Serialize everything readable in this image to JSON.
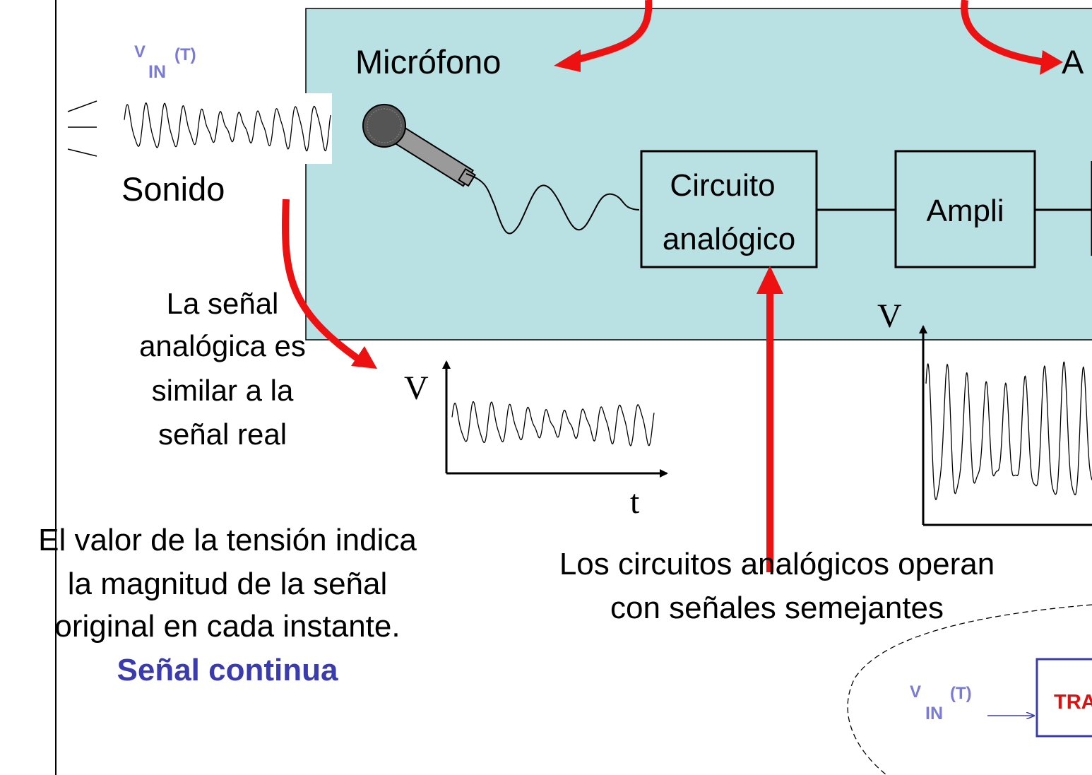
{
  "colors": {
    "panel_fill": "#b9e0e3",
    "arrow_red": "#ee1111",
    "accent_blue": "#3b3bb0",
    "label_blue": "#7a7ad8",
    "tra_red": "#e01010",
    "box_border": "#000000"
  },
  "vin_top": {
    "v": "V",
    "sub": "IN",
    "sup": "(T)"
  },
  "sound_label": "Sonido",
  "mic_label": "Micrófono",
  "right_label_partial": "A",
  "circuit_box": {
    "line1": "Circuito",
    "line2": "analógico"
  },
  "ampli_box": "Ampli",
  "note_similar": [
    "La señal",
    "analógica es",
    "similar a la",
    "señal real"
  ],
  "small_graph": {
    "y_label": "V",
    "x_label": "t"
  },
  "big_graph": {
    "y_label": "V"
  },
  "note_value": [
    "El valor de la tensión indica",
    "la magnitud de la señal",
    "original en cada instante."
  ],
  "note_continuous": "Señal continua",
  "note_circuits": [
    "Los circuitos analógicos operan",
    "con señales semejantes"
  ],
  "vin_bottom": {
    "v": "V",
    "sub": "IN",
    "sup": "(T)"
  },
  "tra_box": "TRA",
  "icons": [
    "microphone-icon",
    "sound-waves-icon"
  ]
}
